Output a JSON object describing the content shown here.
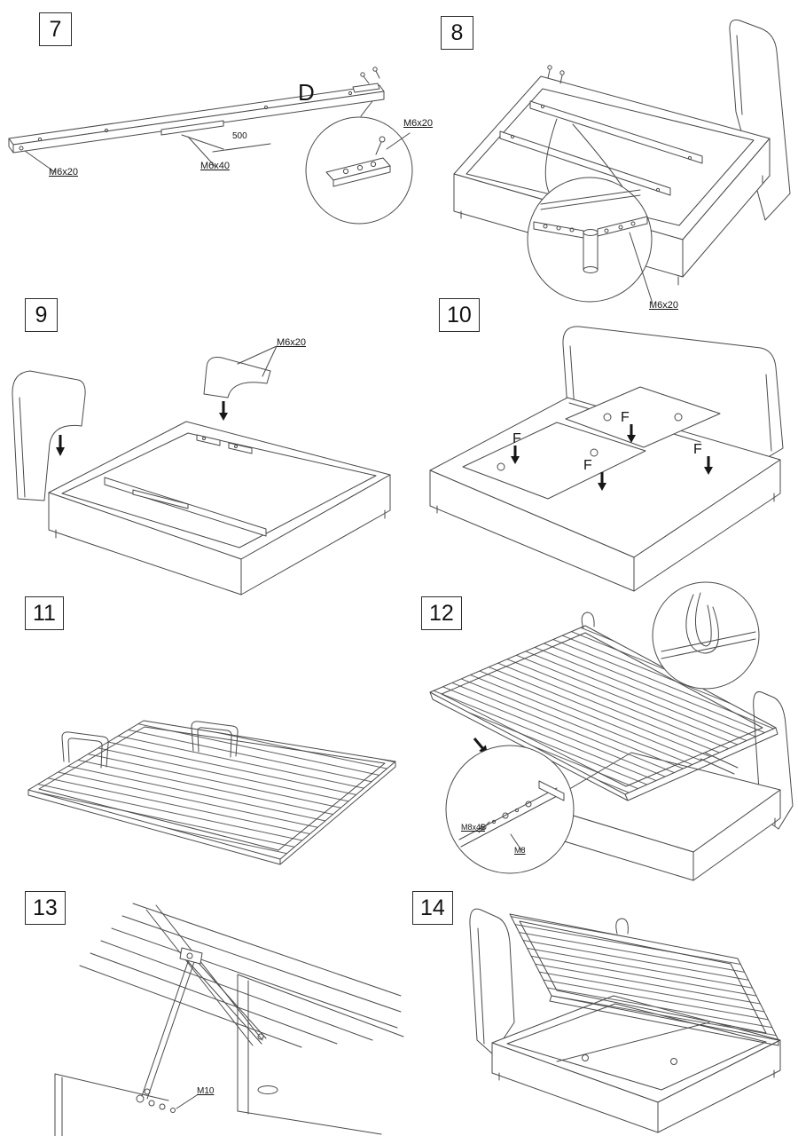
{
  "document": {
    "kind": "furniture-assembly-instructions",
    "subject": "storage bed"
  },
  "colors": {
    "ink": "#4a4a4a",
    "background": "#ffffff",
    "arrow": "#161616"
  },
  "steps": {
    "s7": {
      "number": "7",
      "part_letter": "D",
      "dimension": "500",
      "fastener_left": "M6x20",
      "fastener_middle": "M6x40",
      "fastener_detail": "M6x20"
    },
    "s8": {
      "number": "8",
      "fastener_detail": "M6x20"
    },
    "s9": {
      "number": "9",
      "fastener": "M6x20"
    },
    "s10": {
      "number": "10",
      "panel_letter": "F"
    },
    "s11": {
      "number": "11"
    },
    "s12": {
      "number": "12",
      "fastener_bolt": "M8x45",
      "fastener_nut": "M8"
    },
    "s13": {
      "number": "13",
      "fastener_nut": "M10"
    },
    "s14": {
      "number": "14"
    }
  }
}
